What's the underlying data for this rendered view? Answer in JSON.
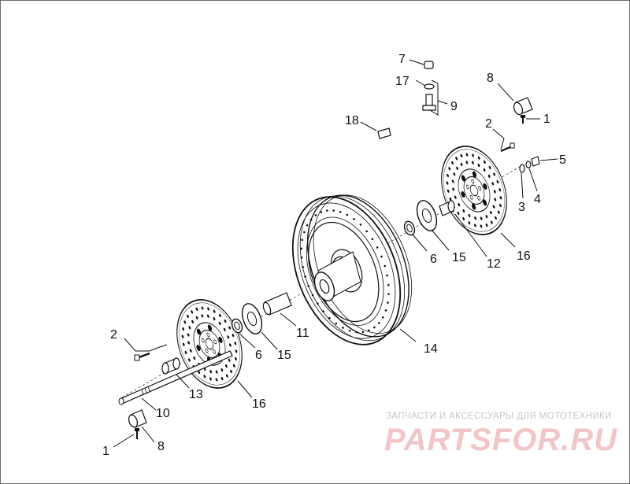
{
  "diagram": {
    "callouts": [
      {
        "id": "c7",
        "text": "7"
      },
      {
        "id": "c17",
        "text": "17"
      },
      {
        "id": "c9",
        "text": "9"
      },
      {
        "id": "c8t",
        "text": "8"
      },
      {
        "id": "c1t",
        "text": "1"
      },
      {
        "id": "c18",
        "text": "18"
      },
      {
        "id": "c2t",
        "text": "2"
      },
      {
        "id": "c5",
        "text": "5"
      },
      {
        "id": "c4",
        "text": "4"
      },
      {
        "id": "c3",
        "text": "3"
      },
      {
        "id": "c6r",
        "text": "6"
      },
      {
        "id": "c15r",
        "text": "15"
      },
      {
        "id": "c12",
        "text": "12"
      },
      {
        "id": "c16r",
        "text": "16"
      },
      {
        "id": "c11",
        "text": "11"
      },
      {
        "id": "c6l",
        "text": "6"
      },
      {
        "id": "c15l",
        "text": "15"
      },
      {
        "id": "c14",
        "text": "14"
      },
      {
        "id": "c2b",
        "text": "2"
      },
      {
        "id": "c13",
        "text": "13"
      },
      {
        "id": "c16l",
        "text": "16"
      },
      {
        "id": "c10",
        "text": "10"
      },
      {
        "id": "c1b",
        "text": "1"
      },
      {
        "id": "c8b",
        "text": "8"
      }
    ]
  },
  "watermark": {
    "tagline": "ЗАПЧАСТИ И АКСЕССУАРЫ ДЛЯ МОТОТЕХНИКИ",
    "logo": "PARTSFOR.RU",
    "logo_color": "#f2c6c6"
  },
  "colors": {
    "line": "#111111",
    "background": "#ffffff"
  }
}
